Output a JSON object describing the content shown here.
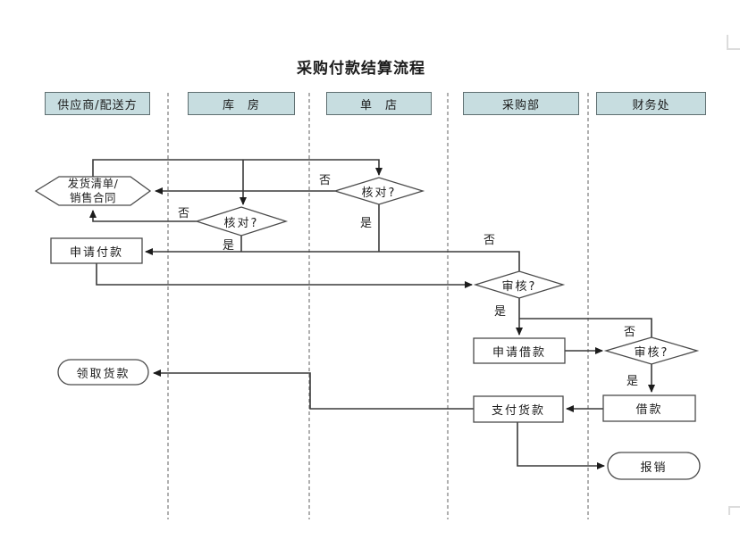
{
  "title": "采购付款结算流程",
  "lanes": [
    {
      "label": "供应商/配送方"
    },
    {
      "label": "库　房"
    },
    {
      "label": "单　店"
    },
    {
      "label": "采购部"
    },
    {
      "label": "财务处"
    }
  ],
  "nodes": {
    "shipping_doc_line1": "发货清单/",
    "shipping_doc_line2": "销售合同",
    "verify_warehouse": "核对?",
    "verify_store": "核对?",
    "request_payment": "申请付款",
    "review_purchase": "审核?",
    "request_loan": "申请借款",
    "review_finance": "审核?",
    "receive_payment": "领取货款",
    "pay_goods": "支付货款",
    "loan": "借款",
    "reimburse": "报销"
  },
  "decision_labels": {
    "yes": "是",
    "no": "否"
  },
  "colors": {
    "lane_header_fill": "#c7dde0",
    "lane_header_border": "#5f6f71",
    "line": "#3a3a3a",
    "shape_stroke": "#4a4a4a",
    "dashed": "#8f8f8f"
  }
}
